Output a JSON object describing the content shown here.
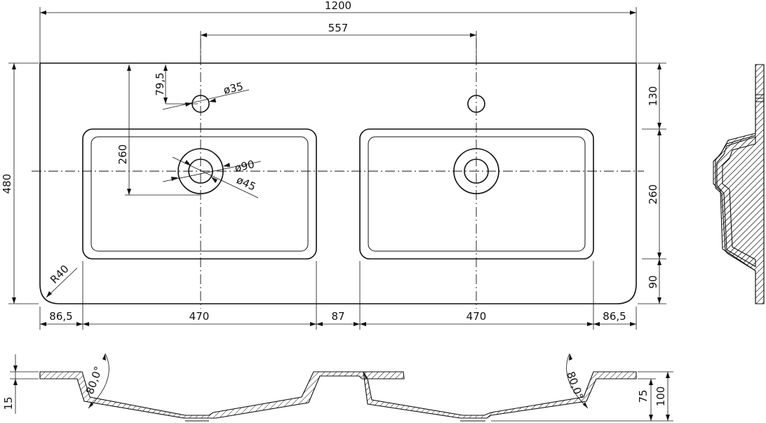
{
  "dimensions": {
    "overall_width": "1200",
    "tap_spacing": "557",
    "overall_depth": "480",
    "tap_offset": "79,5",
    "tap_hole_dia": "ø35",
    "bowl_depth_left": "260",
    "drain_dia_outer": "ø90",
    "drain_dia_inner": "ø45",
    "corner_radius": "R40",
    "margin_left": "86,5",
    "bowl_width_left": "470",
    "bowl_gap": "87",
    "bowl_width_right": "470",
    "margin_right": "86,5",
    "right_top": "130",
    "right_bowl": "260",
    "right_bottom": "90",
    "section_thickness": "15",
    "section_angle_left": "80,0°",
    "section_angle_right": "80,0°",
    "section_depth_inner": "75",
    "section_depth_total": "100"
  }
}
